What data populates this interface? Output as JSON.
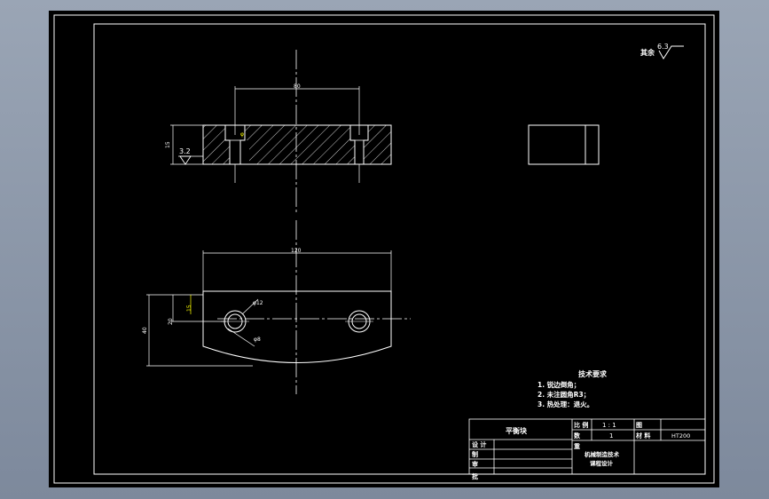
{
  "drawing": {
    "roughness_general": "6.3",
    "roughness_general_prefix": "其余",
    "roughness_local": "3.2",
    "dims": {
      "top_width": "80",
      "top_height": "15",
      "counterbore_note": "φ",
      "bottom_width": "120",
      "bottom_height": "40",
      "bottom_offset": "20",
      "bottom_small": "15",
      "hole_dia_1": "φ12",
      "hole_dia_2": "φ8"
    },
    "tech_requirements": {
      "title": "技术要求",
      "items": [
        "1. 锐边倒角；",
        "2. 未注圆角R3；",
        "3. 热处理：退火。"
      ]
    },
    "title_block": {
      "part_name": "平衡块",
      "scale_label": "比 例",
      "scale_value": "1 : 1",
      "drawing_no_label": "图",
      "quantity_label": "数",
      "quantity_value": "1",
      "material_label": "材 料",
      "material_value": "HT200",
      "weight_label": "重",
      "designer_label": "设 计",
      "drafter_label": "制",
      "reviewer_label": "审",
      "approver_label": "批",
      "school_line1": "机械制造技术",
      "school_line2": "课程设计"
    }
  }
}
